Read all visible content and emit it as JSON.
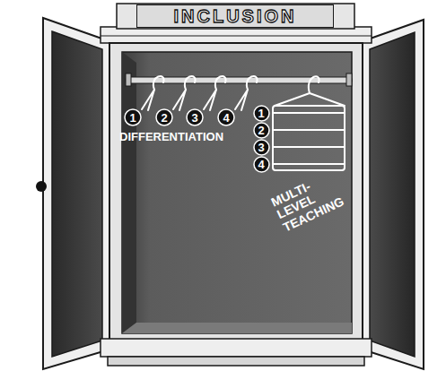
{
  "diagram": {
    "nodes": [
      {
        "text": [
          "INCLUSION"
        ]
      },
      {
        "text": [
          "1"
        ]
      },
      {
        "text": [
          "2"
        ]
      },
      {
        "text": [
          "3"
        ]
      },
      {
        "text": [
          "4"
        ]
      },
      {
        "text": [
          "1"
        ]
      },
      {
        "text": [
          "2"
        ]
      },
      {
        "text": [
          "3"
        ]
      },
      {
        "text": [
          "4"
        ]
      }
    ],
    "labels": [
      "DIFFERENTIATION",
      "MULTI- LEVEL TEACHING"
    ]
  }
}
